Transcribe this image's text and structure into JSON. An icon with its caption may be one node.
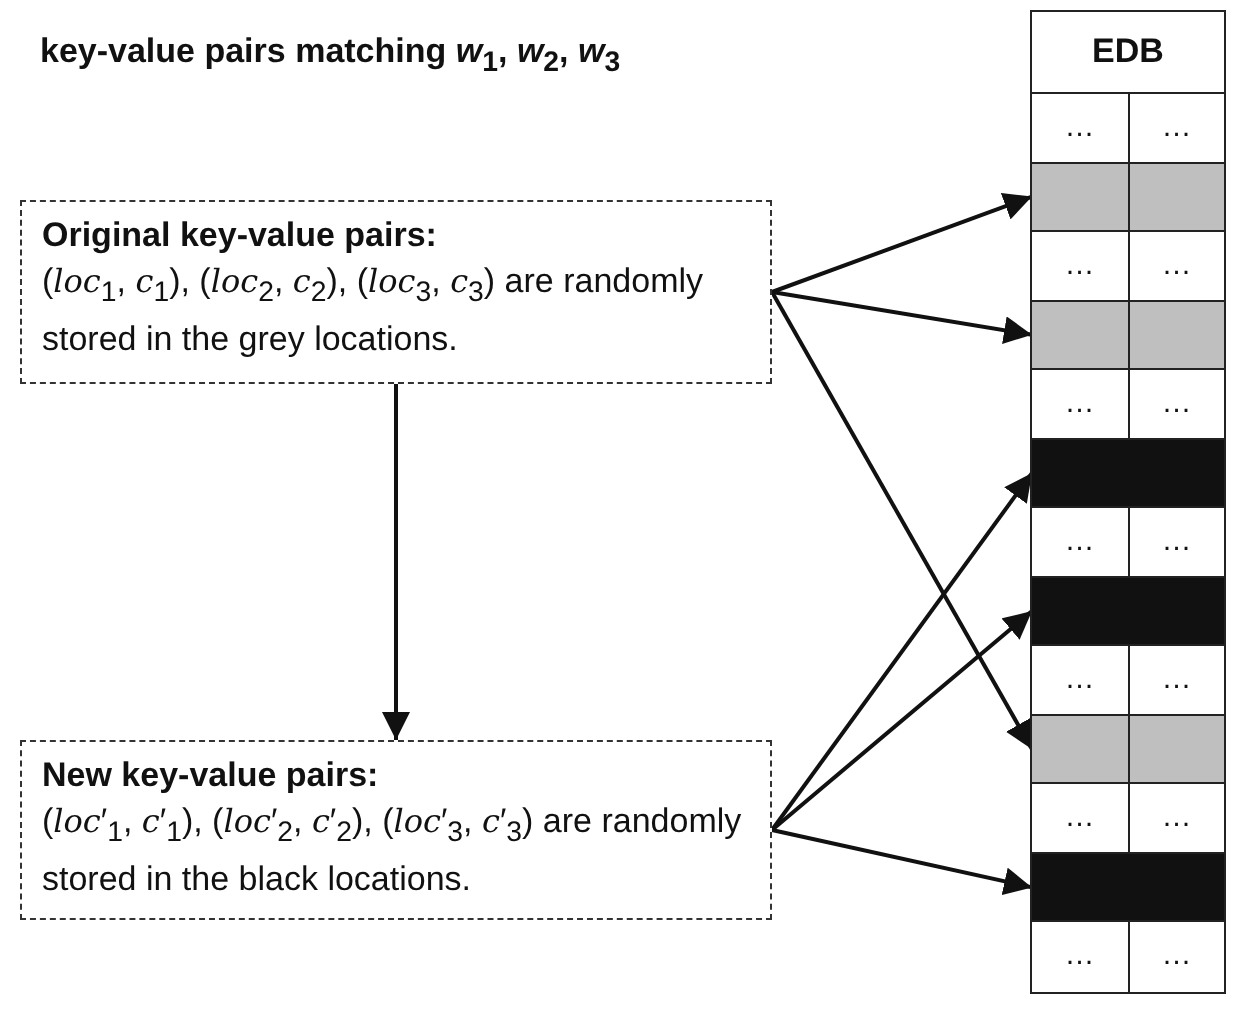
{
  "diagram": {
    "title": "key-value pairs matching *w*$_{1}$, *w*$_{2}$, *w*$_{3}$",
    "nodes": [
      {
        "text": [
          "Original key-value pairs:",
          "(*loc*$_{1}$, *c*$_{1}$), (*loc*$_{2}$, *c*$_{2}$), (*loc*$_{3}$, *c*$_{3}$) are randomly stored in the grey locations."
        ]
      },
      {
        "text": [
          "New key-value pairs:",
          "(*loc*′$_{1}$, *c*′$_{1}$), (*loc*′$_{2}$, *c*′$_{2}$), (*loc*′$_{3}$, *c*′$_{3}$) are randomly stored in the black locations."
        ]
      },
      {
        "text": [
          "EDB"
        ]
      },
      {
        "text": [
          "…",
          "…"
        ],
        "in": 2
      },
      {
        "text": [],
        "shape": "bar",
        "in": 2
      },
      {
        "text": [
          "…",
          "…"
        ],
        "in": 2
      },
      {
        "text": [],
        "shape": "bar",
        "in": 2
      },
      {
        "text": [
          "…",
          "…"
        ],
        "in": 2
      },
      {
        "text": [],
        "shape": "bar",
        "in": 2
      },
      {
        "text": [
          "…",
          "…"
        ],
        "in": 2
      },
      {
        "text": [],
        "shape": "bar",
        "in": 2
      },
      {
        "text": [
          "…",
          "…"
        ],
        "in": 2
      },
      {
        "text": [],
        "shape": "bar",
        "in": 2
      },
      {
        "text": [
          "…",
          "…"
        ],
        "in": 2
      },
      {
        "text": [],
        "shape": "bar",
        "in": 2
      },
      {
        "text": [
          "…",
          "…"
        ],
        "in": 2
      }
    ],
    "edges": [
      {
        "from": 0,
        "to": 1,
        "arrow": "to"
      },
      {
        "from": 0,
        "to": 4,
        "arrow": "to"
      },
      {
        "from": 0,
        "to": 6,
        "arrow": "to"
      },
      {
        "from": 0,
        "to": 12,
        "arrow": "to"
      },
      {
        "from": 1,
        "to": 8,
        "arrow": "to"
      },
      {
        "from": 1,
        "to": 10,
        "arrow": "to"
      },
      {
        "from": 1,
        "to": 14,
        "arrow": "to"
      }
    ]
  }
}
